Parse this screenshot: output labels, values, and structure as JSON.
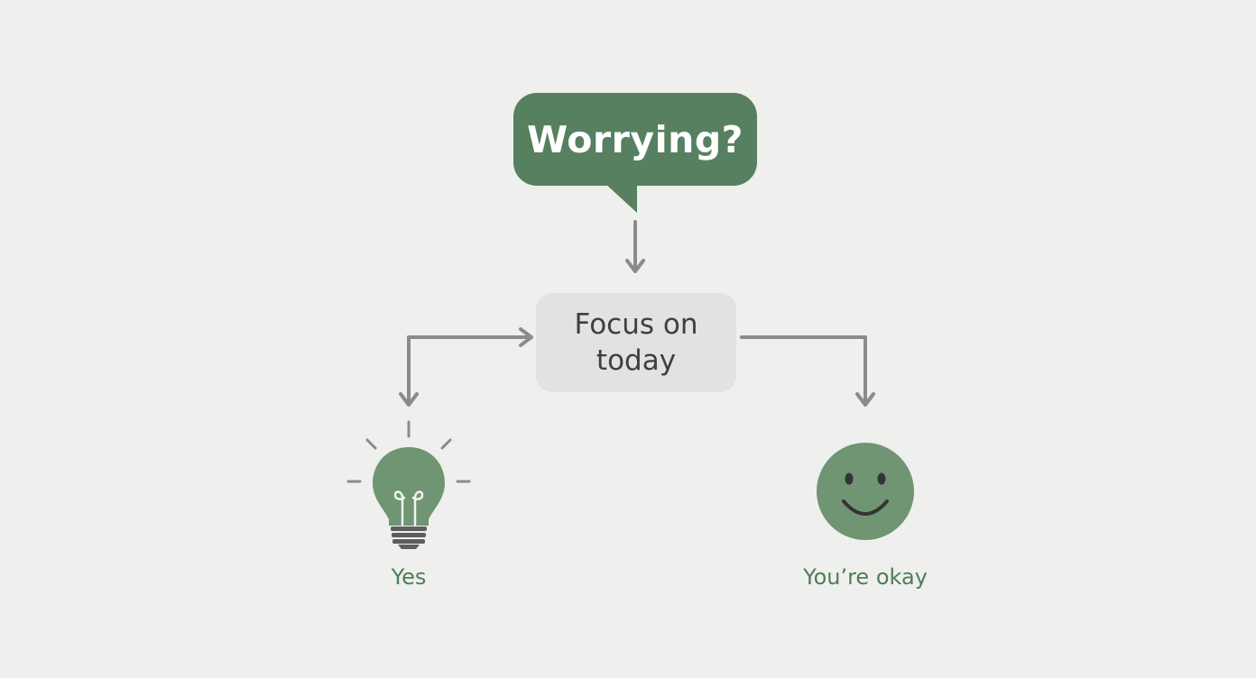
{
  "question": {
    "text": "Worrying?"
  },
  "action": {
    "line1": "Focus on",
    "line2": "today"
  },
  "outcomes": {
    "left": {
      "label": "Yes",
      "icon": "lightbulb-icon"
    },
    "right": {
      "label": "You’re okay",
      "icon": "smiley-face-icon"
    }
  },
  "colors": {
    "background": "#efefed",
    "bubble_green": "#56805f",
    "box_gray": "#e2e2e0",
    "icon_green": "#6f9572",
    "arrow_gray": "#8b8b8b",
    "label_green": "#4f7d58"
  }
}
